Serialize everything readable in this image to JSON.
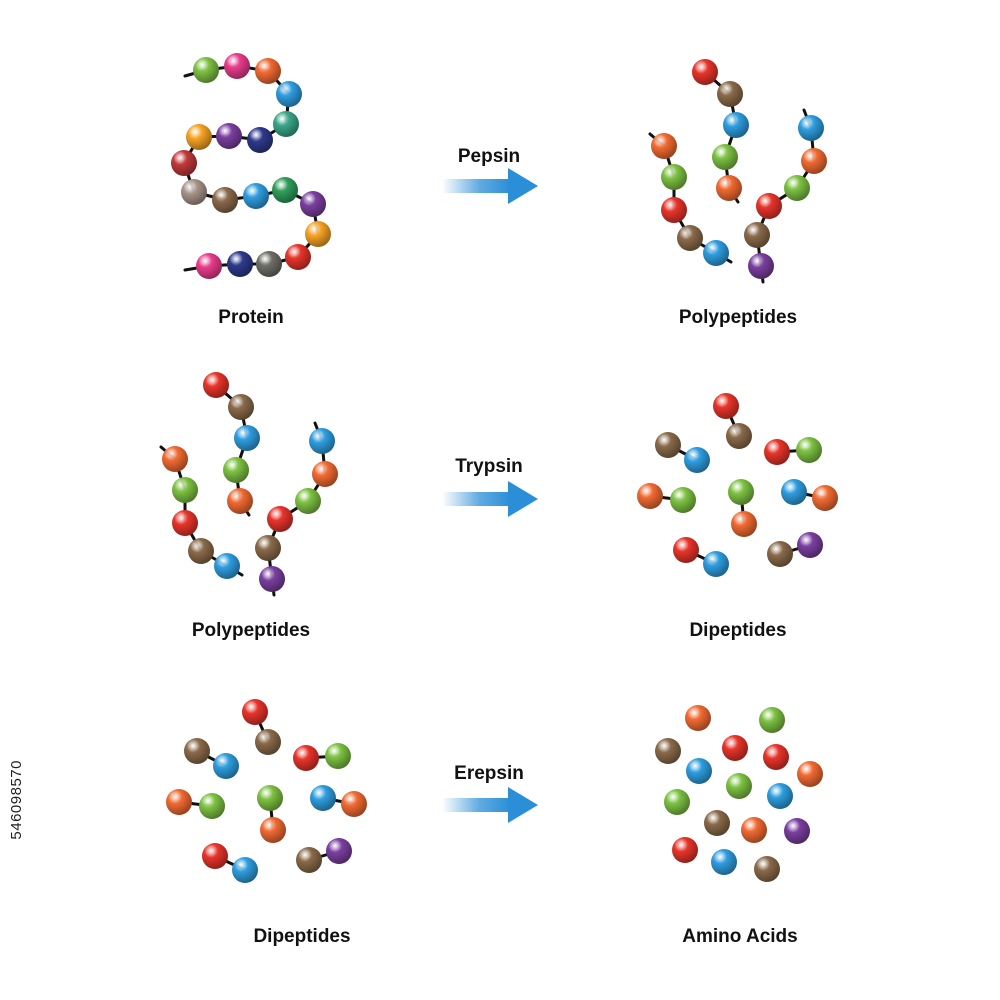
{
  "colors": {
    "red": "#e8342a",
    "orange": "#f26a32",
    "pink": "#e93c8c",
    "lime": "#7dc242",
    "green": "#2f9e5b",
    "teal": "#3aa78a",
    "blue": "#2e9ee0",
    "navy": "#2d3a8c",
    "purple": "#7b3fa0",
    "brown": "#8a6a4a",
    "gray": "#6f6f68",
    "taupe": "#a8958a",
    "amber": "#f7a325",
    "maroon": "#c23a3a",
    "arrow": "#2b8fd8",
    "bond": "#111111"
  },
  "rows": [
    {
      "left_label": "Protein",
      "enzyme": "Pepsin",
      "right_label": "Polypeptides"
    },
    {
      "left_label": "Polypeptides",
      "enzyme": "Trypsin",
      "right_label": "Dipeptides"
    },
    {
      "left_label": "Dipeptides",
      "enzyme": "Erepsin",
      "right_label": "Amino Acids"
    }
  ],
  "watermark": "546098570"
}
